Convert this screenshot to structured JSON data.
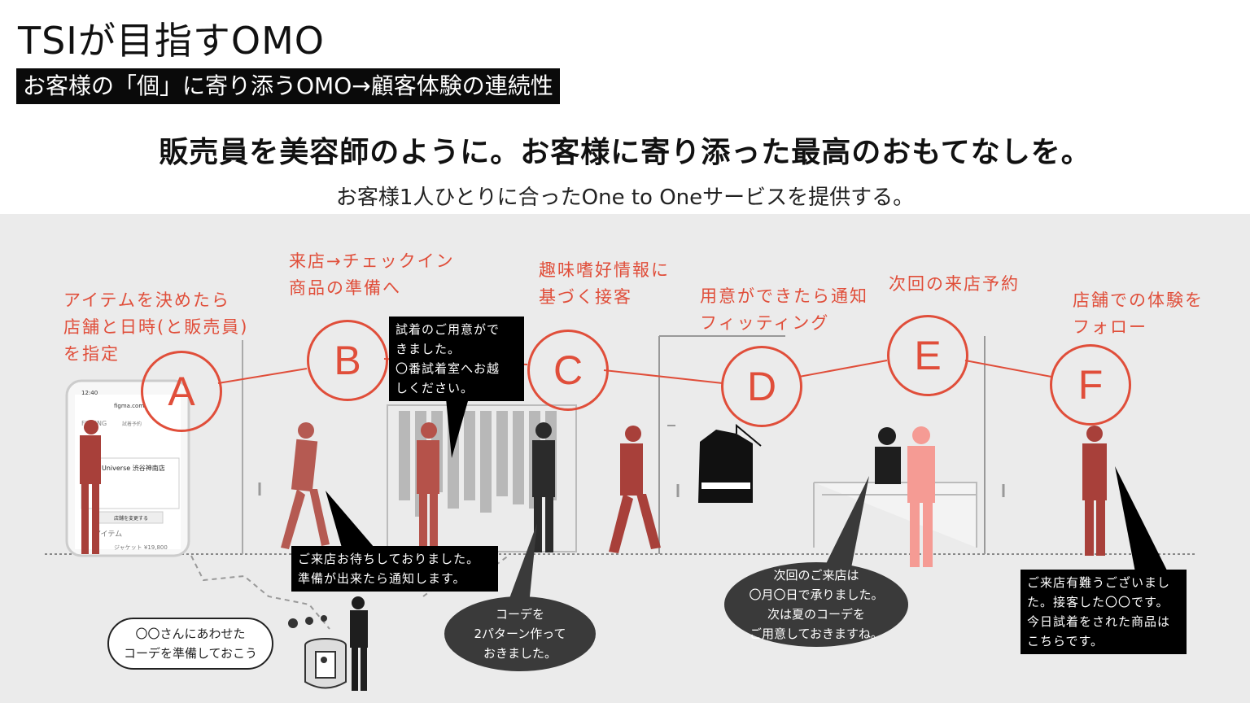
{
  "header": {
    "title": "TSIが目指すOMO",
    "subtitle_bar": "お客様の「個」に寄り添うOMO→顧客体験の連続性",
    "headline": "販売員を美容師のように。お客様に寄り添った最高のおもてなしを。",
    "subline": "お客様1人ひとりに合ったOne to Oneサービスを提供する。"
  },
  "steps": [
    {
      "letter": "A",
      "label_lines": [
        "アイテムを決めたら",
        "店舗と日時(と販売員)",
        "を指定"
      ]
    },
    {
      "letter": "B",
      "label_lines": [
        "来店→チェックイン",
        "商品の準備へ"
      ]
    },
    {
      "letter": "C",
      "label_lines": [
        "趣味嗜好情報に",
        "基づく接客"
      ]
    },
    {
      "letter": "D",
      "label_lines": [
        "用意ができたら通知",
        "フィッティング"
      ]
    },
    {
      "letter": "E",
      "label_lines": [
        "次回の来店予約"
      ]
    },
    {
      "letter": "F",
      "label_lines": [
        "店舗での体験を",
        "フォロー"
      ]
    }
  ],
  "bubbles": {
    "fitting_ready": [
      "試着のご用意がで",
      "きました。",
      "〇番試着室へお越",
      "しください。"
    ],
    "welcome": [
      "ご来店お待ちしておりました。",
      "準備が出来たら通知します。"
    ],
    "coordinate": [
      "コーデを",
      "2パターン作って",
      "おきました。"
    ],
    "next_visit": [
      "次回のご来店は",
      "〇月〇日で承りました。",
      "次は夏のコーデを",
      "ご用意しておきますね。"
    ],
    "thanks": [
      "ご来店有難うございまし",
      "た。接客した〇〇です。",
      "今日試着をされた商品は",
      "こちらです。"
    ],
    "thought": [
      "〇〇さんにあわせた",
      "コーデを準備しておこう"
    ]
  },
  "phone": {
    "time": "12:40",
    "url": "figma.com",
    "app_name": "FITTING",
    "app_sub": "試着予約",
    "store_name": "Universe 渋谷神南店",
    "button": "店舗を変更する",
    "section": "アイテム",
    "item": "ジャケット ¥19,800"
  },
  "colors": {
    "accent": "#e04e3a",
    "stage_bg": "#ebebeb",
    "figure_red": "#a8403a",
    "figure_pink": "#f59b94",
    "figure_dark": "#2b2b2b"
  }
}
